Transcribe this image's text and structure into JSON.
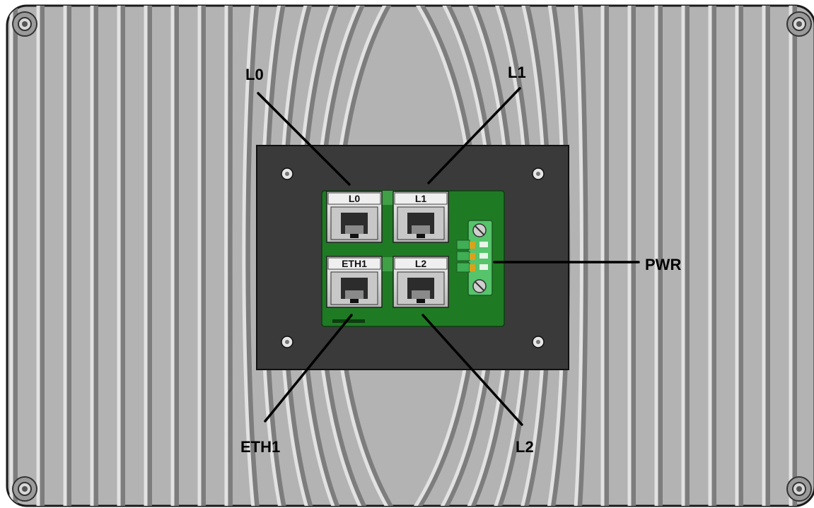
{
  "callouts": {
    "l0": "L0",
    "l1": "L1",
    "pwr": "PWR",
    "eth1": "ETH1",
    "l2": "L2"
  },
  "ports": {
    "l0": "L0",
    "l1": "L1",
    "eth1": "ETH1",
    "l2": "L2"
  },
  "colors": {
    "enclosure": "#b3b3b3",
    "panel": "#3a3a3a",
    "pcb": "#1f7a24",
    "terminal_block": "#55c46a",
    "leader_line": "#000000"
  }
}
